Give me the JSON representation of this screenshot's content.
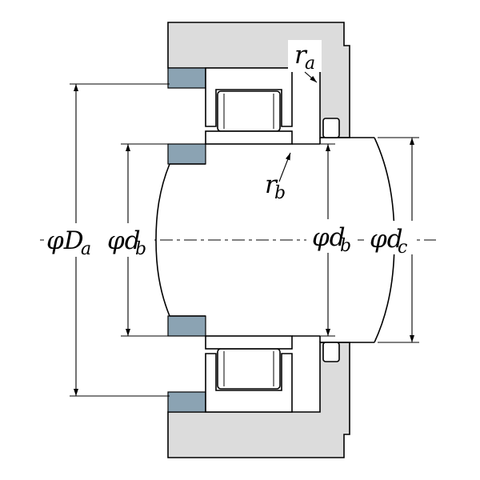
{
  "colors": {
    "background": "#ffffff",
    "housing_fill": "#dcdcdc",
    "spacer_fill": "#8ba3b3",
    "part_fill": "#ffffff",
    "line_color": "#000000"
  },
  "labels": {
    "da": {
      "main": "φD",
      "sub": "a"
    },
    "db_left": {
      "main": "φd",
      "sub": "b"
    },
    "db_right": {
      "main": "φd",
      "sub": "b"
    },
    "dc": {
      "main": "φd",
      "sub": "c"
    },
    "ra": {
      "main": "r",
      "sub": "a"
    },
    "rb": {
      "main": "r",
      "sub": "b"
    }
  }
}
